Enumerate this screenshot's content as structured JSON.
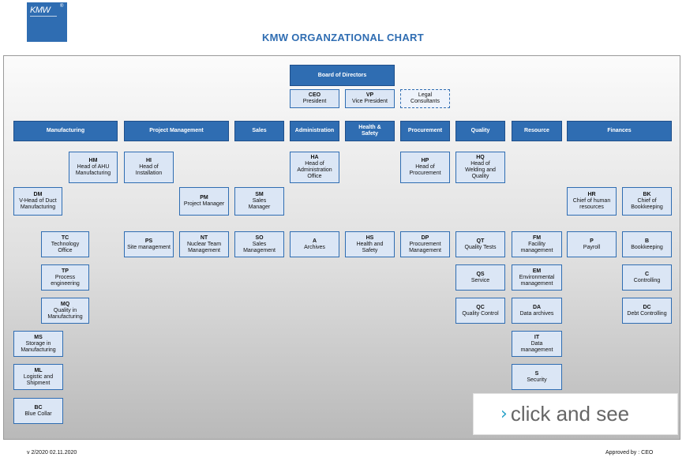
{
  "logo": {
    "text": "KMW",
    "reg": "®"
  },
  "title": "KMW ORGANZATIONAL CHART",
  "colors": {
    "header": "#2f6db2",
    "node_fill": "#dbe6f5",
    "node_border": "#2f6db2"
  },
  "board": "Board of Directors",
  "top": [
    {
      "code": "CEO",
      "label": "President"
    },
    {
      "code": "VP",
      "label": "Vice President"
    },
    {
      "code": "",
      "label": "Legal Consultants"
    }
  ],
  "departments": [
    "Manufacturing",
    "Project Management",
    "Sales",
    "Administration",
    "Health & Safety",
    "Procurement",
    "Quality",
    "Resource",
    "Finances"
  ],
  "nodes": {
    "hm": {
      "code": "HM",
      "label": "Head of AHU Manufacturing"
    },
    "dm": {
      "code": "DM",
      "label": "V-Head of Duct Manufacturing"
    },
    "tc": {
      "code": "TC",
      "label": "Technology Office"
    },
    "tp": {
      "code": "TP",
      "label": "Process engineering"
    },
    "mq": {
      "code": "MQ",
      "label": "Quality in Manufacturing"
    },
    "ms": {
      "code": "MS",
      "label": "Storage in Manufacturing"
    },
    "ml": {
      "code": "ML",
      "label": "Logistic and Shipment"
    },
    "bc": {
      "code": "BC",
      "label": "Blue Collar"
    },
    "hi": {
      "code": "HI",
      "label": "Head of Installation"
    },
    "pm": {
      "code": "PM",
      "label": "Project Manager"
    },
    "ps": {
      "code": "PS",
      "label": "Site management"
    },
    "nt": {
      "code": "NT",
      "label": "Nuclear Team Management"
    },
    "sm": {
      "code": "SM",
      "label": "Sales Manager"
    },
    "so": {
      "code": "SO",
      "label": "Sales Management"
    },
    "ha": {
      "code": "HA",
      "label": "Head of Administration Office"
    },
    "a": {
      "code": "A",
      "label": "Archives"
    },
    "hs": {
      "code": "HS",
      "label": "Health and Safety"
    },
    "hp": {
      "code": "HP",
      "label": "Head of Procurement"
    },
    "dp": {
      "code": "DP",
      "label": "Procurement Management"
    },
    "hq": {
      "code": "HQ",
      "label": "Head of Welding and Quality"
    },
    "qt": {
      "code": "QT",
      "label": "Quality Tests"
    },
    "qs": {
      "code": "QS",
      "label": "Service"
    },
    "qc": {
      "code": "QC",
      "label": "Quality Control"
    },
    "fm": {
      "code": "FM",
      "label": "Facility management"
    },
    "em": {
      "code": "EM",
      "label": "Environmental management"
    },
    "da": {
      "code": "DA",
      "label": "Data archives"
    },
    "it": {
      "code": "IT",
      "label": "Data management"
    },
    "s": {
      "code": "S",
      "label": "Security"
    },
    "hr": {
      "code": "HR",
      "label": "Chief of human resources"
    },
    "p": {
      "code": "P",
      "label": "Payroll"
    },
    "bk": {
      "code": "BK",
      "label": "Chief of Bookkeeping"
    },
    "b": {
      "code": "B",
      "label": "Bookkeeping"
    },
    "c": {
      "code": "C",
      "label": "Controlling"
    },
    "dc": {
      "code": "DC",
      "label": "Debt Controlling"
    }
  },
  "cta": {
    "icon": "chevron-right-icon",
    "text": "click and see"
  },
  "footer": {
    "version": "v 2/2020 02.11.2020",
    "approved": "Approved by : CEO"
  }
}
